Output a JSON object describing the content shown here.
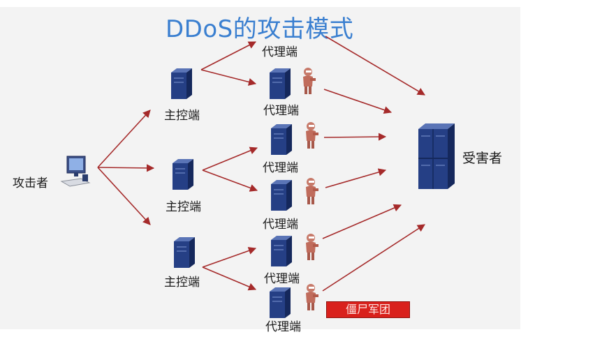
{
  "title": "DDoS的攻击模式",
  "attacker": {
    "label": "攻击者"
  },
  "masters": [
    {
      "label": "主控端"
    },
    {
      "label": "主控端"
    },
    {
      "label": "主控端"
    }
  ],
  "agents": [
    {
      "label": "代理端"
    },
    {
      "label": "代理端"
    },
    {
      "label": "代理端"
    },
    {
      "label": "代理端"
    },
    {
      "label": "代理端"
    },
    {
      "label": "代理端"
    }
  ],
  "victim": {
    "label": "受害者"
  },
  "zombie_army": {
    "label": "僵尸军团"
  },
  "colors": {
    "title": "#3a7fd0",
    "arrow": "#a52a2a",
    "server": "#1f3a78",
    "zombie_tag": "#d9211c"
  },
  "icons": {
    "attacker": "desktop-computer-icon",
    "master": "server-icon",
    "agent": "server-icon",
    "zombie": "zombie-figure-icon",
    "victim": "server-cluster-icon"
  }
}
